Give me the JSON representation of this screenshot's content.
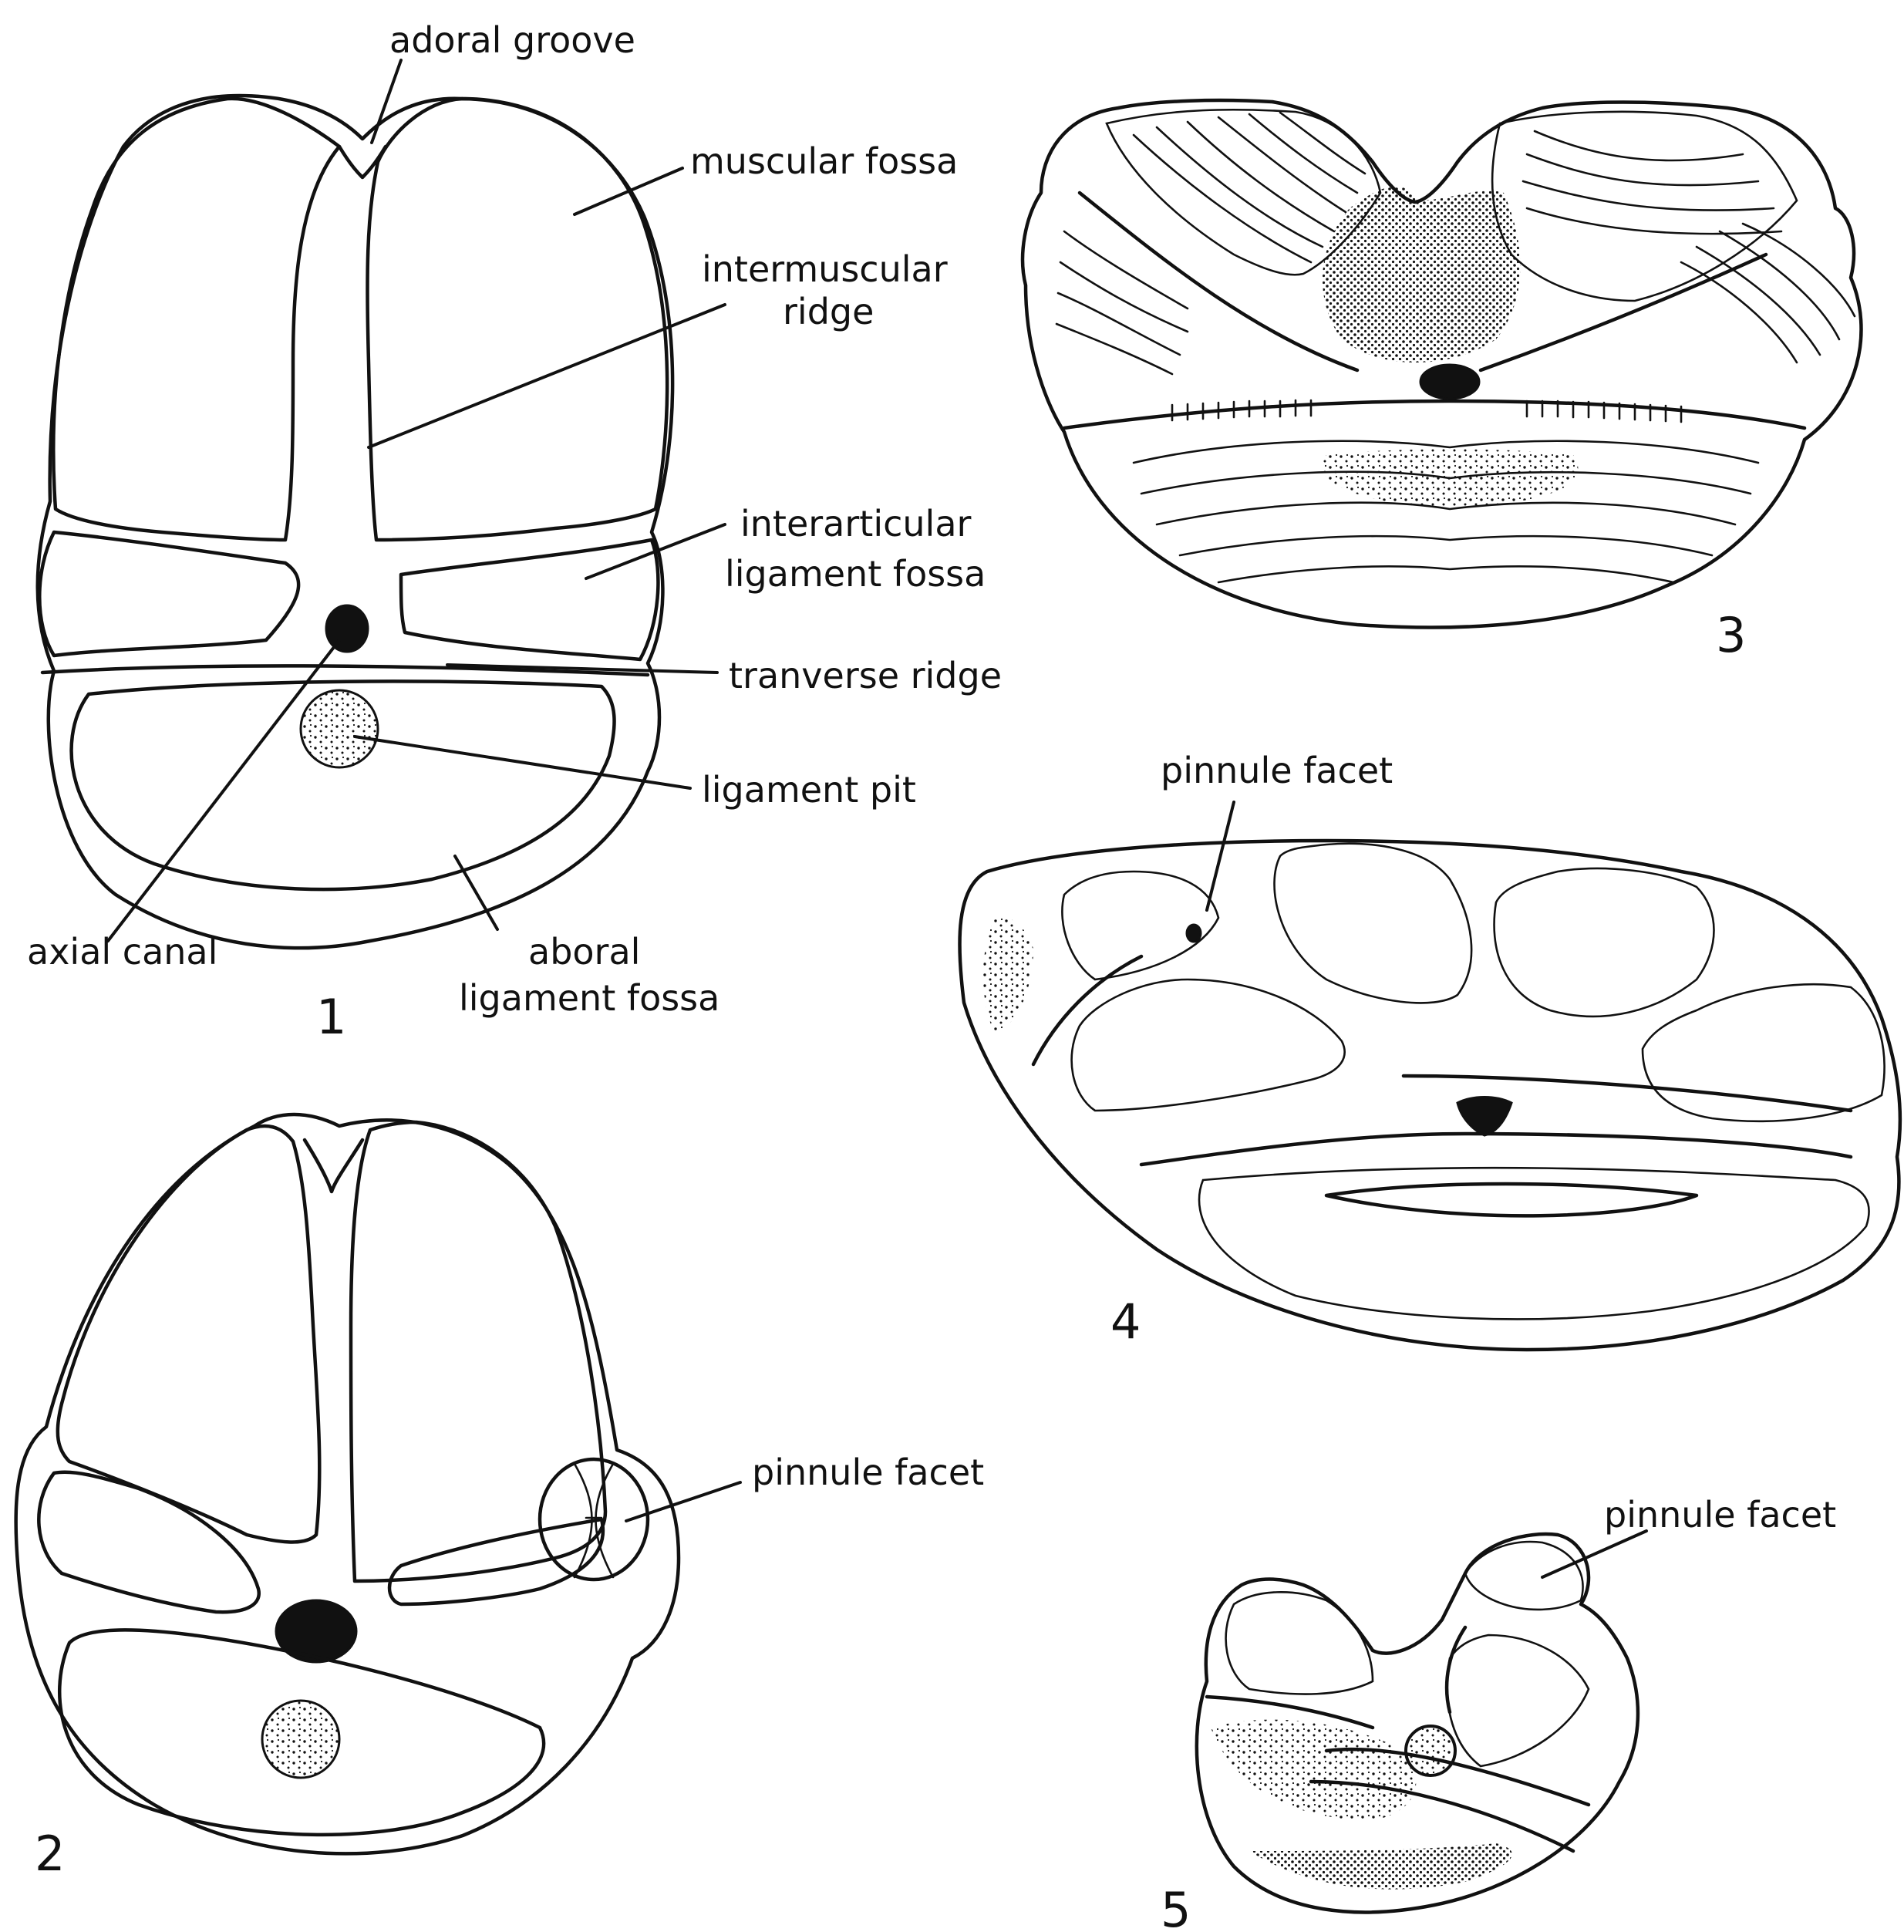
{
  "figure1": {
    "number": "1",
    "labels": {
      "adoral_groove": "adoral groove",
      "muscular_fossa": "muscular fossa",
      "intermuscular_1": "intermuscular",
      "intermuscular_2": "ridge",
      "interarticular_1": "interarticular",
      "interarticular_2": "ligament fossa",
      "transverse_ridge": "tranverse ridge",
      "ligament_pit": "ligament pit",
      "axial_canal": "axial canal",
      "aboral_1": "aboral",
      "aboral_2": "ligament fossa"
    }
  },
  "figure2": {
    "number": "2",
    "label": "pinnule facet"
  },
  "figure3": {
    "number": "3"
  },
  "figure4": {
    "number": "4",
    "label": "pinnule facet"
  },
  "figure5": {
    "number": "5",
    "label": "pinnule facet"
  }
}
